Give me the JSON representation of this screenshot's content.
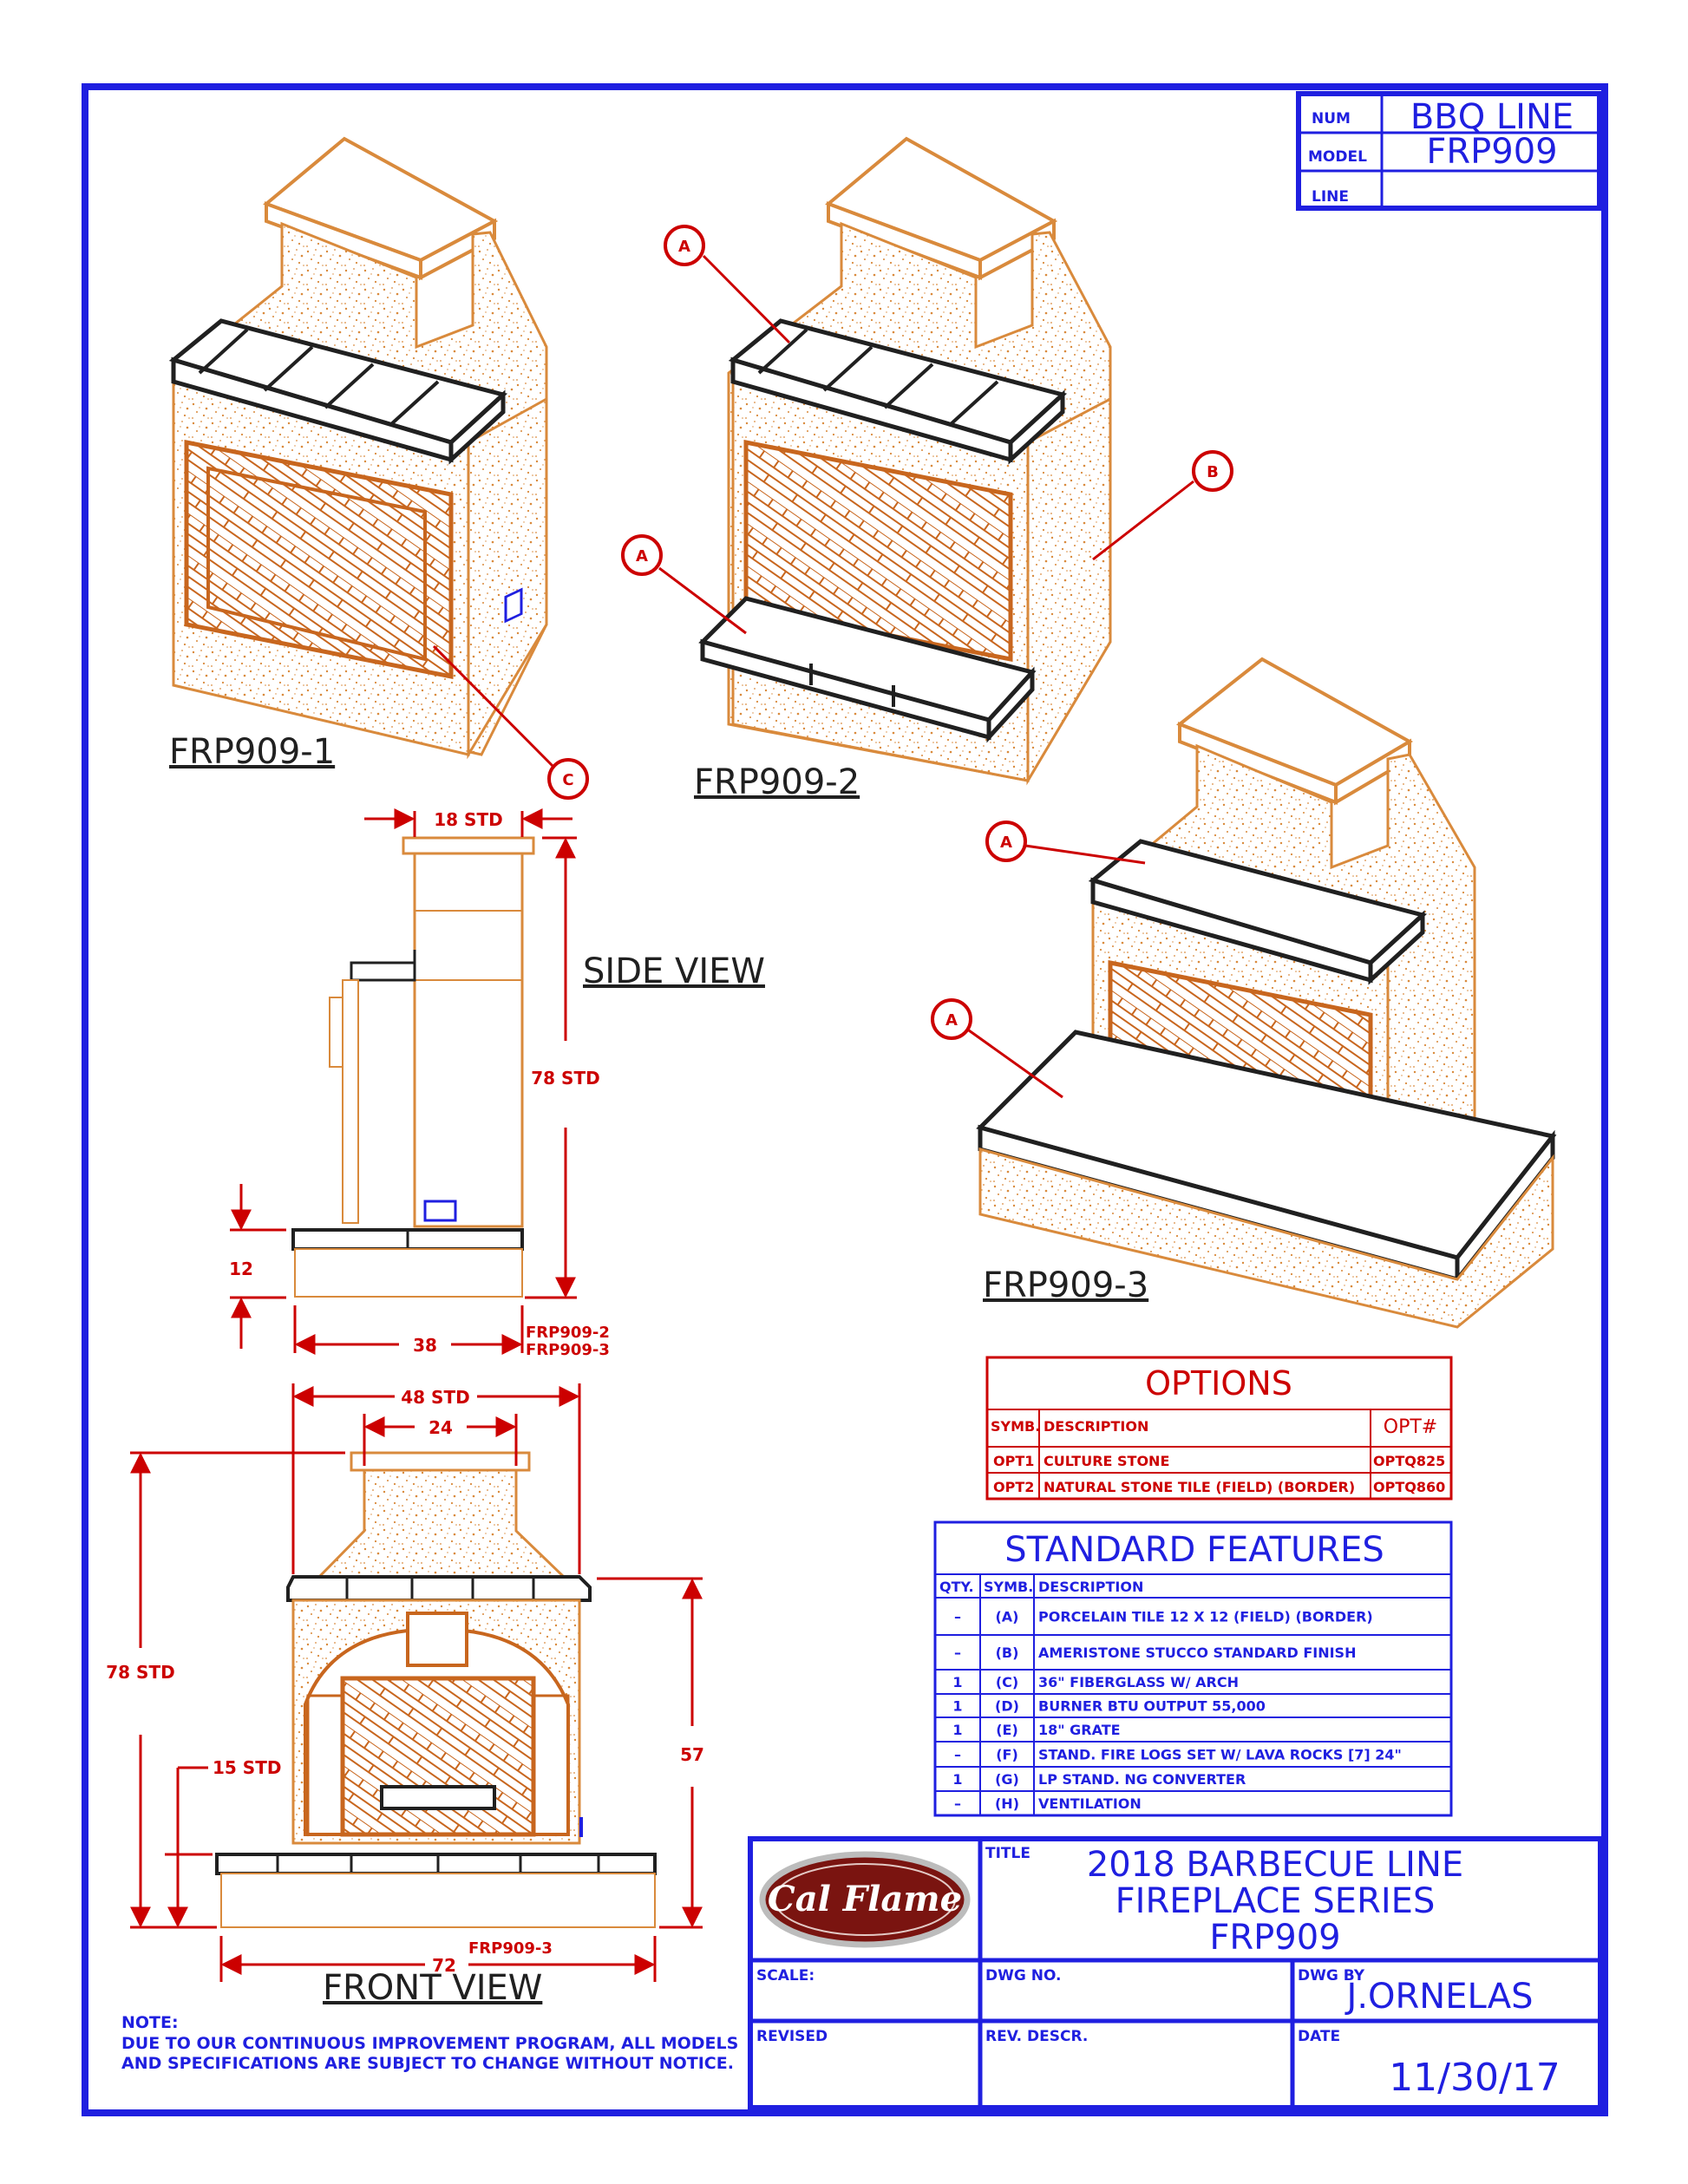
{
  "header": {
    "num_label": "NUM",
    "num_value": "BBQ LINE",
    "model_label": "MODEL",
    "model_value": "FRP909",
    "line_label": "LINE"
  },
  "views": {
    "frp909_1": "FRP909-1",
    "frp909_2": "FRP909-2",
    "frp909_3": "FRP909-3",
    "side_view": "SIDE VIEW",
    "front_view": "FRONT VIEW"
  },
  "callouts": {
    "a": "A",
    "b": "B",
    "c": "C"
  },
  "dimensions": {
    "top_18": "18 STD",
    "height_78": "78 STD",
    "base_12": "12",
    "depth_38": "38",
    "depth_note_1": "FRP909-2",
    "depth_note_2": "FRP909-3",
    "width_48": "48 STD",
    "width_24": "24",
    "front_78": "78 STD",
    "mantel_57": "57",
    "hearth_15": "15 STD",
    "width_72": "72",
    "width_72_note": "FRP909-3"
  },
  "options": {
    "title": "OPTIONS",
    "headers": [
      "SYMB.",
      "DESCRIPTION",
      "OPT#"
    ],
    "rows": [
      [
        "OPT1",
        "CULTURE STONE",
        "OPTQ825"
      ],
      [
        "OPT2",
        "NATURAL STONE TILE (FIELD) (BORDER)",
        "OPTQ860"
      ]
    ]
  },
  "standard_features": {
    "title": "STANDARD FEATURES",
    "headers": [
      "QTY.",
      "SYMB.",
      "DESCRIPTION"
    ],
    "rows": [
      [
        "–",
        "(A)",
        "PORCELAIN TILE 12 X 12 (FIELD) (BORDER)"
      ],
      [
        "–",
        "(B)",
        "AMERISTONE STUCCO STANDARD FINISH"
      ],
      [
        "1",
        "(C)",
        "36\" FIBERGLASS W/ ARCH"
      ],
      [
        "1",
        "(D)",
        "BURNER BTU OUTPUT 55,000"
      ],
      [
        "1",
        "(E)",
        "18\" GRATE"
      ],
      [
        "–",
        "(F)",
        "STAND. FIRE LOGS SET W/ LAVA ROCKS [7] 24\""
      ],
      [
        "1",
        "(G)",
        "LP STAND. NG CONVERTER"
      ],
      [
        "–",
        "(H)",
        "VENTILATION"
      ]
    ]
  },
  "title_block": {
    "logo": "Cal Flame",
    "title_label": "TITLE",
    "title_1": "2018 BARBECUE LINE",
    "title_2": "FIREPLACE SERIES",
    "title_3": "FRP909",
    "scale_label": "SCALE:",
    "dwg_no_label": "DWG NO.",
    "dwg_by_label": "DWG BY",
    "dwg_by_value": "J.ORNELAS",
    "revised_label": "REVISED",
    "rev_descr_label": "REV. DESCR.",
    "date_label": "DATE",
    "date_value": "11/30/17"
  },
  "note": {
    "label": "NOTE:",
    "line1": "DUE TO OUR CONTINUOUS IMPROVEMENT PROGRAM, ALL MODELS",
    "line2": "AND SPECIFICATIONS ARE SUBJECT TO CHANGE WITHOUT NOTICE."
  },
  "colors": {
    "frame": "#1f1fe0",
    "dims": "#cc0000",
    "body": "#d98a3c",
    "tile": "#202020"
  }
}
